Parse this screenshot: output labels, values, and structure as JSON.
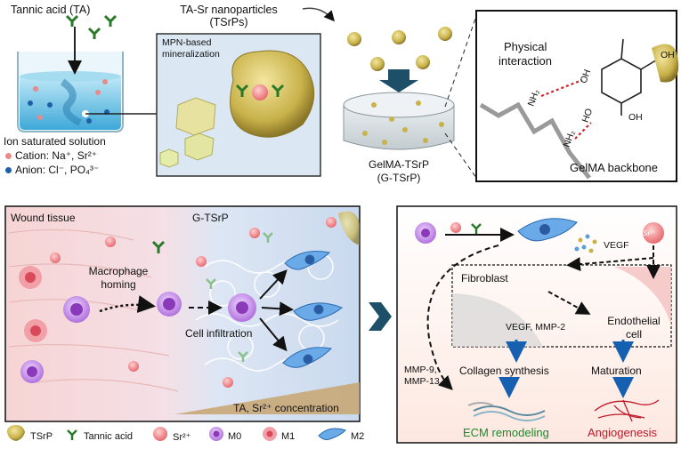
{
  "top": {
    "tannic_acid": "Tannic acid (TA)",
    "nanoparticles_line1": "TA-Sr nanoparticles",
    "nanoparticles_line2": "(TSrPs)",
    "mpn_line1": "MPN-based",
    "mpn_line2": "mineralization",
    "ion_solution": "Ion saturated solution",
    "cation": "Cation: Na⁺, Sr²⁺",
    "anion": "Anion: Cl⁻, PO₄³⁻",
    "gelma_line1": "GelMA-TSrP",
    "gelma_line2": "(G-TSrP)"
  },
  "inset": {
    "physical_line1": "Physical",
    "physical_line2": "interaction",
    "nh2_a": "NH₂",
    "nh2_b": "NH₂",
    "oh_1": "OH",
    "oh_2": "HO",
    "oh_3": "OH",
    "oh_4": "OH",
    "backbone": "GelMA backbone"
  },
  "wound": {
    "wound_tissue": "Wound tissue",
    "gtsrp": "G-TSrP",
    "macrophage_line1": "Macrophage",
    "macrophage_line2": "homing",
    "cell_infiltration": "Cell infiltration",
    "concentration": "TA, Sr²⁺ concentration"
  },
  "right": {
    "vegf": "VEGF",
    "fibroblast": "Fibroblast",
    "vegf_mmp": "VEGF, MMP-2",
    "endothelial_line1": "Endothelial",
    "endothelial_line2": "cell",
    "mmp9": "MMP-9,",
    "mmp13": "MMP-13",
    "collagen": "Collagen synthesis",
    "maturation": "Maturation",
    "ecm": "ECM remodeling",
    "angiogenesis": "Angiogenesis",
    "sr_icon_text": "Sr²⁺"
  },
  "legend": {
    "tsrp": "TSrP",
    "tannic": "Tannic acid",
    "sr": "Sr²⁺",
    "m0": "M0",
    "m1": "M1",
    "m2": "M2"
  },
  "colors": {
    "ecm_green": "#1a8a2a",
    "angio_red": "#c0182a",
    "arrow_blue": "#1560b0",
    "tsrp_gold": "#c9b24a",
    "tannic_green": "#2a7a2a",
    "m0_purple": "#a056c8",
    "m1_red": "#e8707a",
    "m2_blue": "#4a90d8"
  }
}
